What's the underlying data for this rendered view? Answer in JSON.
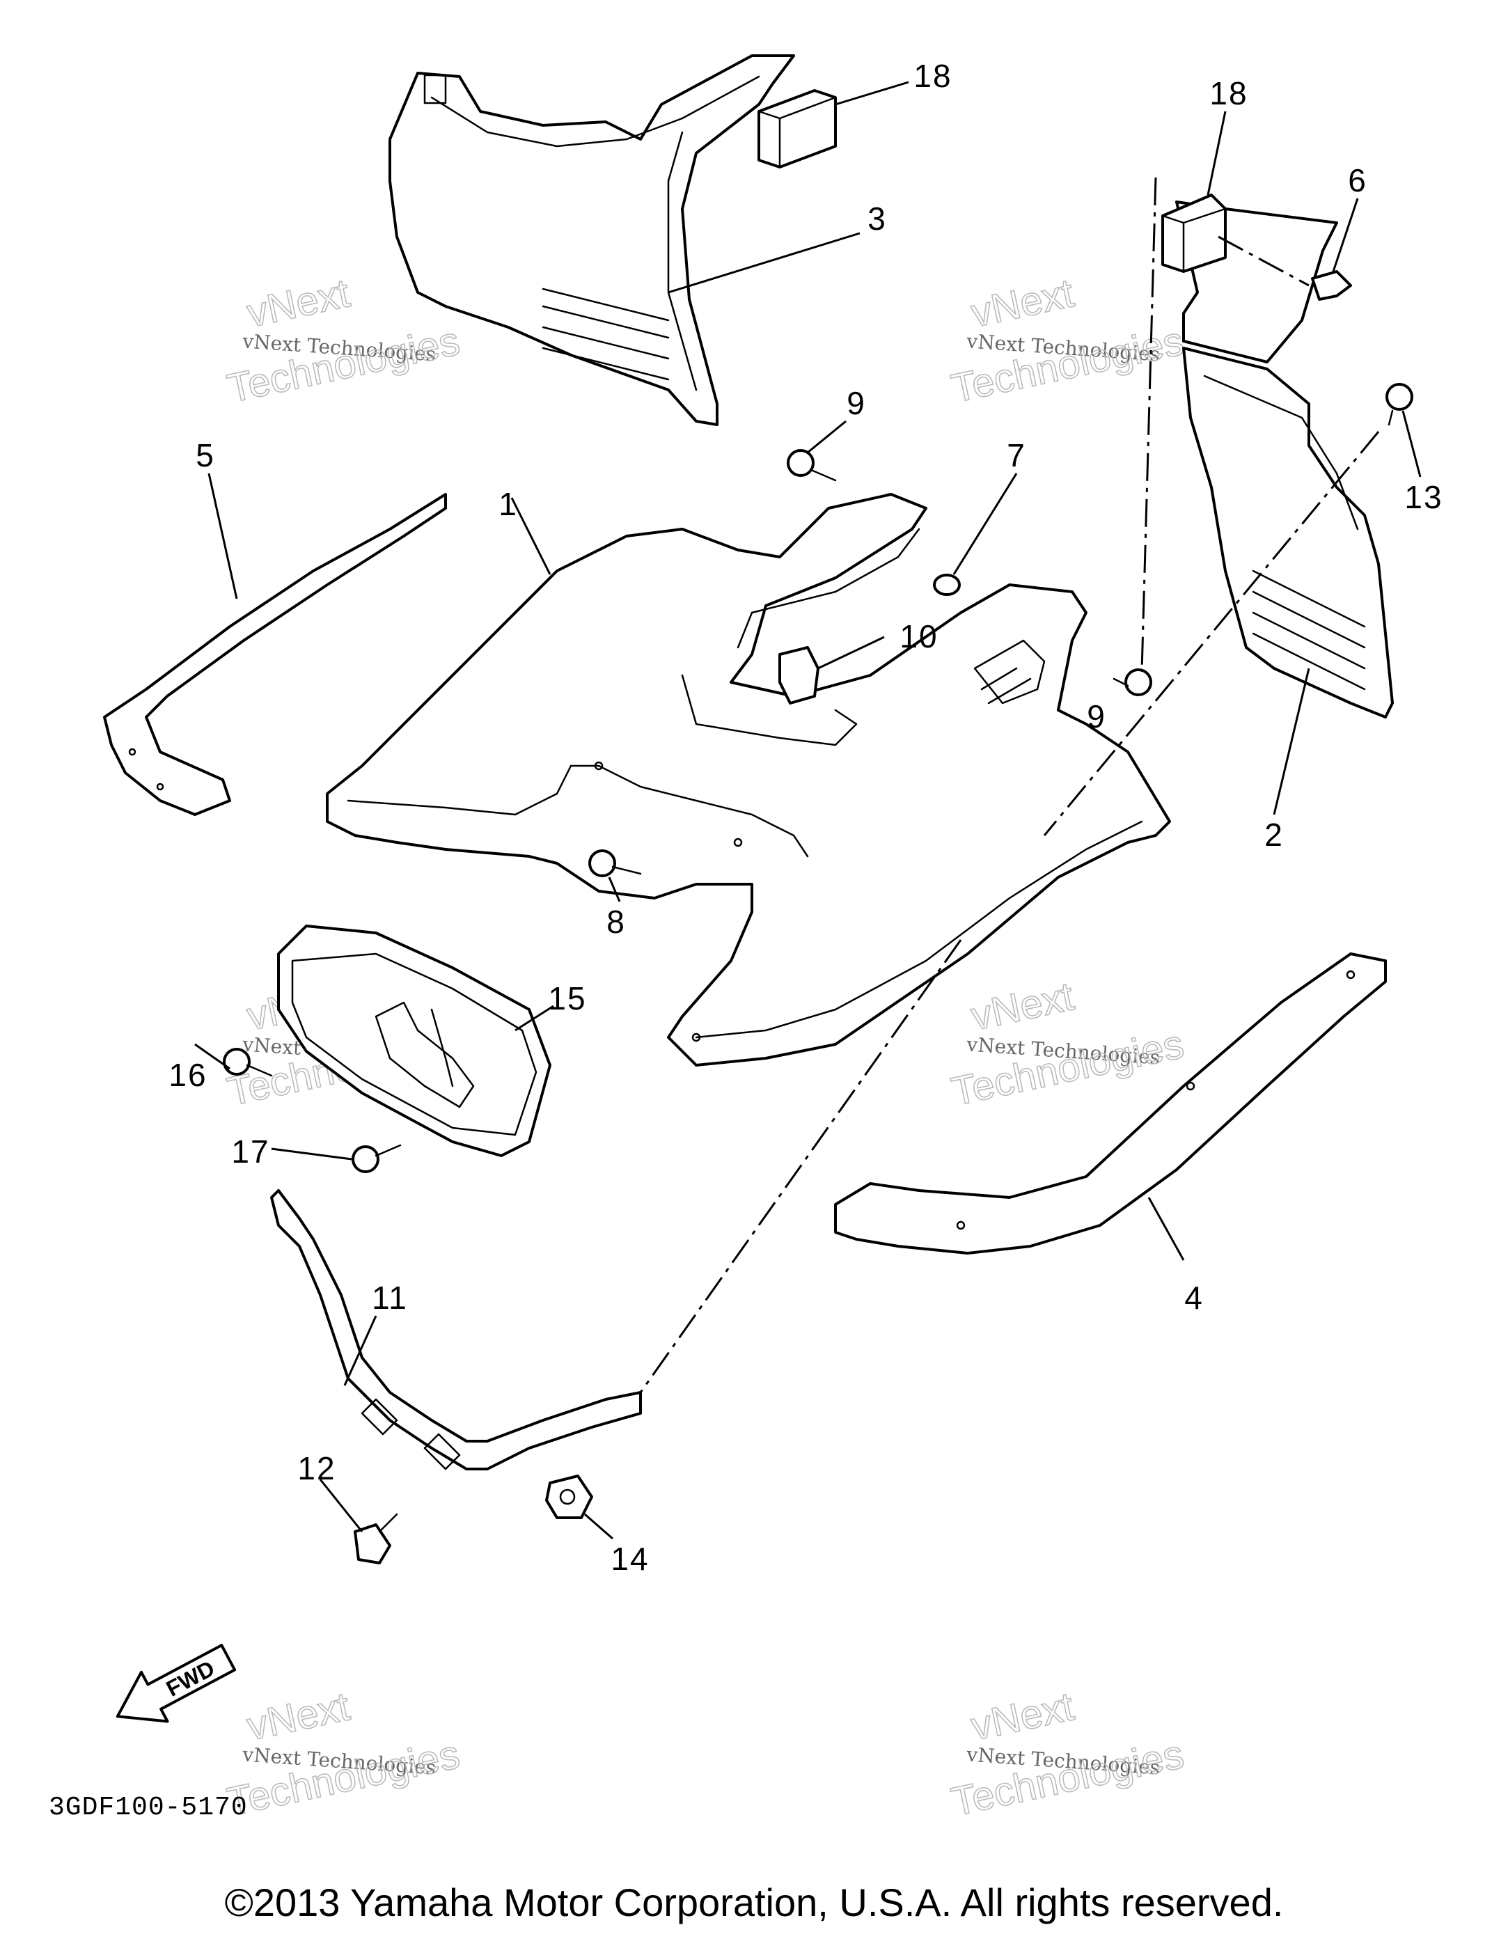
{
  "diagram": {
    "code": "3GDF100-5170",
    "fwd_label": "FWD",
    "copyright": "©2013 Yamaha Motor Corporation, U.S.A. All rights reserved.",
    "part_numbers": [
      "1",
      "2",
      "3",
      "4",
      "5",
      "6",
      "7",
      "8",
      "9",
      "9",
      "10",
      "11",
      "12",
      "13",
      "14",
      "15",
      "16",
      "17",
      "18",
      "18"
    ],
    "watermarks": [
      {
        "line1": "vNext Technologies",
        "line2": "vNext",
        "line3": "Technologies"
      },
      {
        "line1": "vNext Technologies",
        "line2": "vNext",
        "line3": "Technologies"
      },
      {
        "line1": "vNext Technologies",
        "line2": "vNext",
        "line3": "Technologies"
      },
      {
        "line1": "vNext Technologies",
        "line2": "vNext",
        "line3": "Technologies"
      },
      {
        "line1": "vNext Technologies",
        "line2": "vNext",
        "line3": "Technologies"
      },
      {
        "line1": "vNext Technologies",
        "line2": "vNext",
        "line3": "Technologies"
      }
    ]
  }
}
